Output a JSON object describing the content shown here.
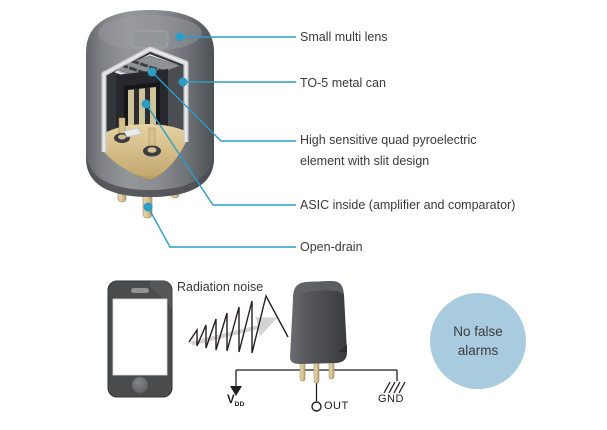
{
  "callouts": {
    "lens": "Small multi lens",
    "can": "TO-5 metal can",
    "element_line1": "High sensitive quad pyroelectric",
    "element_line2": "element with slit design",
    "asic": "ASIC inside (amplifier and comparator)",
    "open_drain": "Open-drain"
  },
  "bottom_scene": {
    "radiation_noise": "Radiation noise",
    "vdd_main": "V",
    "vdd_sub": "DD",
    "out": "OUT",
    "gnd": "GND",
    "bubble_line1": "No false",
    "bubble_line2": "alarms"
  },
  "colors": {
    "callout_blue": "#2f9cc5",
    "bubble_blue": "#a9cbdf",
    "can_gray": "#84878b",
    "base_tan": "#d6bf8a",
    "pin_tan": "#d9c69a",
    "text": "#3a3a3a"
  }
}
